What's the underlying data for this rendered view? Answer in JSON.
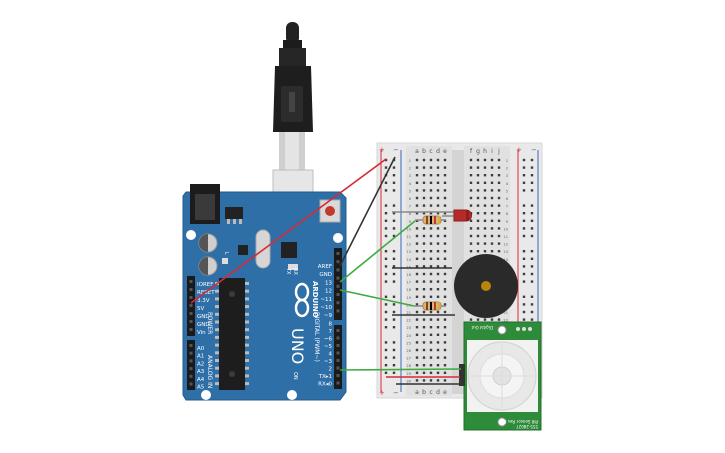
{
  "arduino": {
    "logo": "ARDUINO",
    "model": "UNO",
    "digital_label": "DIGITAL (PWM~)",
    "power_label": "POWER",
    "analog_label": "ANALOG IN",
    "top_pins": [
      "AREF",
      "GND",
      "13",
      "12",
      "~11",
      "~10",
      "~9",
      "8"
    ],
    "bottom_pins": [
      "7",
      "~6",
      "~5",
      "4",
      "~3",
      "2",
      "TX▸1",
      "RX◂0"
    ],
    "power_pins": [
      "IOREF",
      "RESET",
      "3.3V",
      "5V",
      "GND",
      "GND",
      "Vin"
    ],
    "analog_pins": [
      "A0",
      "A1",
      "A2",
      "A3",
      "A4",
      "A5"
    ],
    "tx_label": "TX",
    "rx_label": "RX",
    "l_label": "L",
    "on_label": "ON"
  },
  "breadboard": {
    "columns_left": [
      "a",
      "b",
      "c",
      "d",
      "e"
    ],
    "columns_right": [
      "f",
      "g",
      "h",
      "i",
      "j"
    ],
    "row_numbers": [
      "1",
      "2",
      "3",
      "4",
      "5",
      "6",
      "7",
      "8",
      "9",
      "10",
      "11",
      "12",
      "13",
      "14",
      "15",
      "16",
      "17",
      "18",
      "19",
      "20",
      "21",
      "22",
      "23",
      "24",
      "25",
      "26",
      "27",
      "28",
      "29",
      "30"
    ],
    "plus": "+",
    "minus": "−"
  },
  "pir": {
    "top_label": "Digital Out",
    "pin_letters": [
      "+",
      "S",
      "−"
    ],
    "bottom_label_1": "PIR Sensor",
    "bottom_label_2": "555-28027",
    "bottom_label_3": "Rev B"
  },
  "colors": {
    "board": "#2f6fa8",
    "board_edge": "#245b8c",
    "wire_red": "#d62b36",
    "wire_black": "#333333",
    "wire_green": "#3faa3f",
    "pir_green": "#2e8b3a",
    "breadboard": "#e9e9e9",
    "rail_red": "#d62b36",
    "rail_blue": "#3a66b7",
    "led": "#b52a2a",
    "buzzer": "#2a2a2a"
  }
}
